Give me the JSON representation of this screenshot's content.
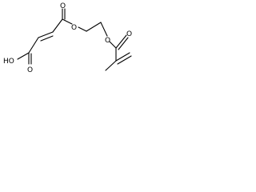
{
  "molecule": {
    "atoms": {
      "ho": "HO",
      "o_acid": "O",
      "o_ester1_carbonyl": "O",
      "o_ester1_link": "O",
      "o_ester2_link": "O",
      "o_ester2_carbonyl": "O"
    },
    "colors": {
      "bond": "#000000",
      "label": "#000000",
      "background": "#ffffff"
    }
  }
}
